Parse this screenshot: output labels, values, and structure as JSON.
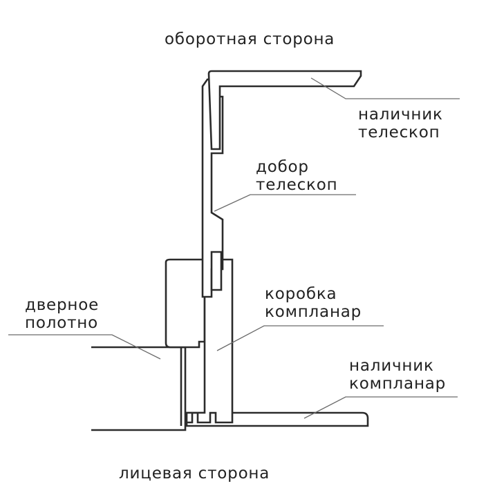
{
  "labels": {
    "back_side": "оборотная сторона",
    "front_side": "лицевая сторона",
    "telescopic_casing": {
      "line1": "наличник",
      "line2": "телескоп"
    },
    "telescopic_extension": {
      "line1": "добор",
      "line2": "телескоп"
    },
    "door_leaf": {
      "line1": "дверное",
      "line2": "полотно"
    },
    "coplanar_frame": {
      "line1": "коробка",
      "line2": "компланар"
    },
    "coplanar_casing": {
      "line1": "наличник",
      "line2": "компланар"
    }
  },
  "colors": {
    "outline": "#2b2b2b",
    "leader": "#6a6a6a",
    "text": "#222222",
    "background": "#ffffff"
  }
}
